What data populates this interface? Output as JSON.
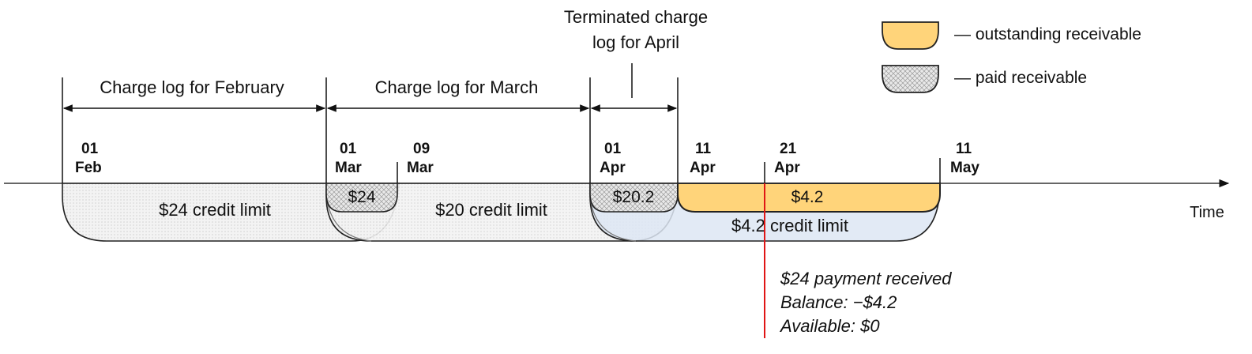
{
  "colors": {
    "outstanding": "#FFD47A",
    "paid_fill": "#E6E6E6",
    "credit_fill": "#F1F1F1",
    "april_credit_fill": "#DDE6F3",
    "payment_line": "#E01515",
    "axis": "#333333"
  },
  "legend": {
    "outstanding_label": "— outstanding receivable",
    "paid_label": "— paid receivable"
  },
  "periods": {
    "february": "Charge log for February",
    "march": "Charge log for March",
    "april_line1": "Terminated charge",
    "april_line2": "log for April"
  },
  "dates": {
    "feb01": {
      "day": "01",
      "month": "Feb"
    },
    "mar01": {
      "day": "01",
      "month": "Mar"
    },
    "mar09": {
      "day": "09",
      "month": "Mar"
    },
    "apr01": {
      "day": "01",
      "month": "Apr"
    },
    "apr11": {
      "day": "11",
      "month": "Apr"
    },
    "apr21": {
      "day": "21",
      "month": "Apr"
    },
    "may11": {
      "day": "11",
      "month": "May"
    }
  },
  "shapes": {
    "feb_credit": "$24 credit limit",
    "mar_paid": "$24",
    "mar_credit": "$20 credit limit",
    "apr_paid": "$20.2",
    "apr_outstanding": "$4.2",
    "apr_credit": "$4.2 credit limit"
  },
  "axis_label": "Time",
  "payment": {
    "line1": "$24 payment received",
    "line2": "Balance: −$4.2",
    "line3": "Available: $0"
  }
}
